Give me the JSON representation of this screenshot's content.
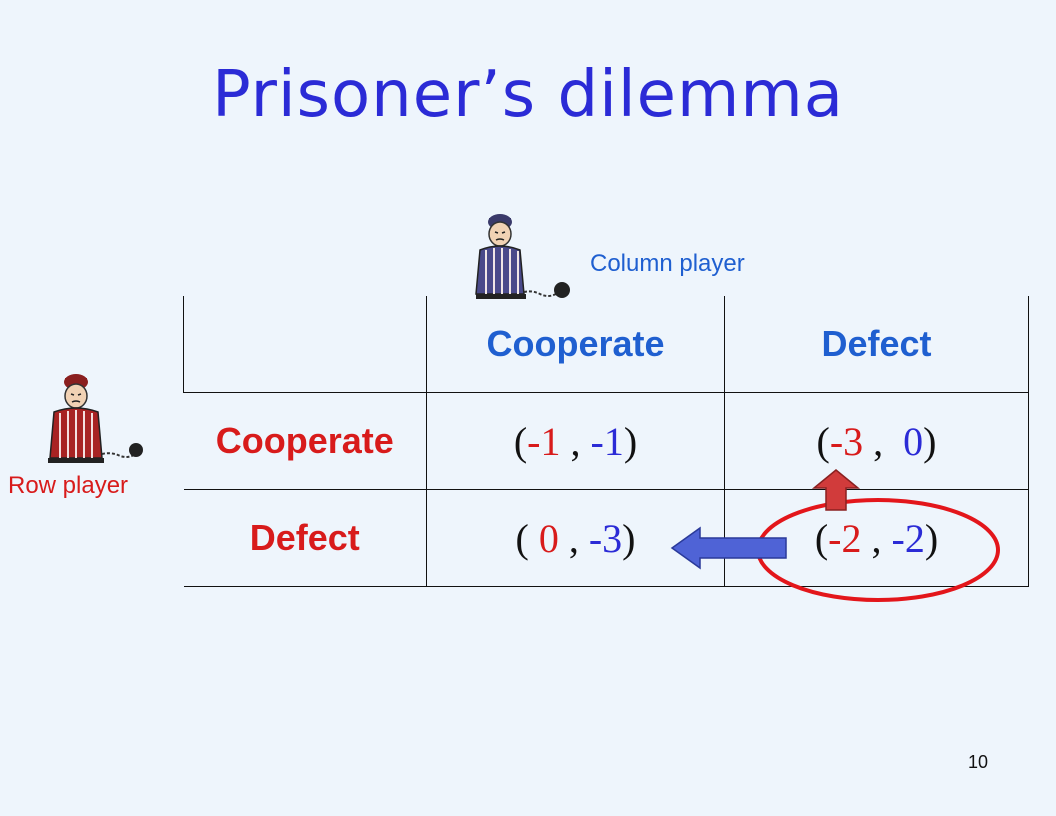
{
  "title": "Prisoner’s dilemma",
  "column_player": {
    "label": "Column player"
  },
  "row_player": {
    "label": "Row player"
  },
  "table": {
    "col_headers": [
      "Cooperate",
      "Defect"
    ],
    "row_headers": [
      "Cooperate",
      "Defect"
    ],
    "cells": [
      [
        {
          "a": "-1",
          "b": "-1"
        },
        {
          "a": "-3",
          "b": "0"
        }
      ],
      [
        {
          "a": "0",
          "b": "-3"
        },
        {
          "a": "-2",
          "b": "-2"
        }
      ]
    ]
  },
  "colors": {
    "title": "#2b2bd6",
    "row_player": "#d81b1b",
    "column_player": "#1f5fd0",
    "up_arrow": "#d13b3b",
    "left_arrow": "#4f63d6",
    "highlight_circle": "#e3161b"
  },
  "icons": [
    "prisoner-figure-icon",
    "up-arrow-icon",
    "left-arrow-icon",
    "equilibrium-circle"
  ],
  "page_number": "10"
}
